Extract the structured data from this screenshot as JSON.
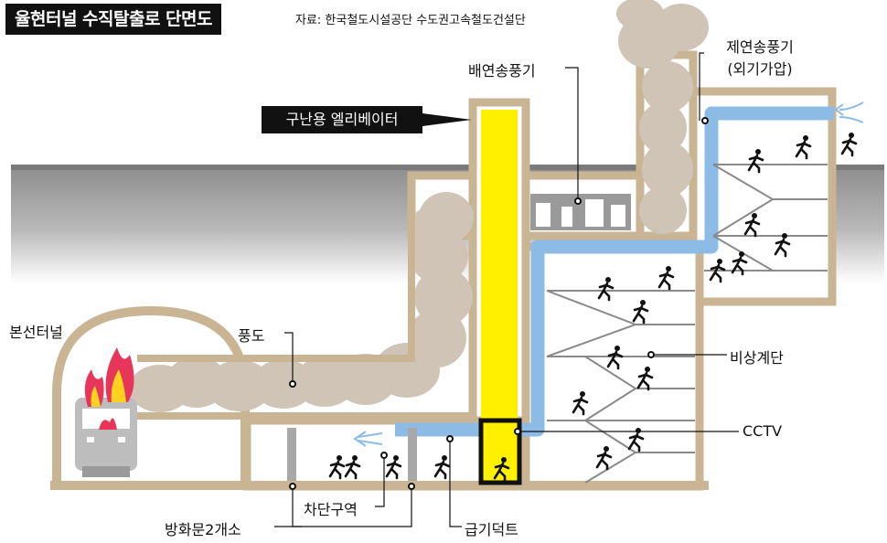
{
  "title": "율현터널 수직탈출로 단면도",
  "source": "자료: 한국철도시설공단 수도권고속철도건설단",
  "labels": {
    "main_tunnel": "본선터널",
    "air_duct": "풍도",
    "rescue_elevator": "구난용 엘리베이터",
    "exhaust_fan": "배연송풍기",
    "smoke_fan_line1": "제연송풍기",
    "smoke_fan_line2": "(외기가압)",
    "emergency_stairs": "비상계단",
    "cctv": "CCTV",
    "fire_doors": "방화문2개소",
    "barrier_zone": "차단구역",
    "supply_duct": "급기덕트"
  },
  "colors": {
    "wall": "#c9b593",
    "smoke": "#cfc4b6",
    "air_duct_blue": "#8cbce6",
    "elevator_yellow": "#fff000",
    "ground_gray": "#8c8c8c",
    "fire_red": "#e8365a",
    "fire_yellow": "#ffd21f",
    "figure": "#111111"
  }
}
